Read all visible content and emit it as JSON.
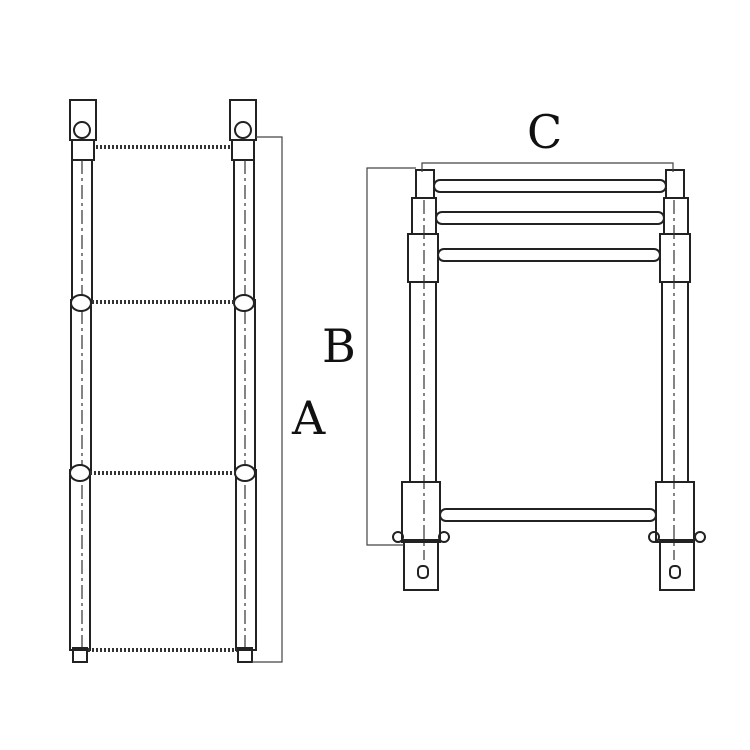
{
  "diagram": {
    "labels": {
      "a": "A",
      "b": "B",
      "c": "C"
    },
    "line_color": "#222222",
    "background": "#ffffff"
  }
}
